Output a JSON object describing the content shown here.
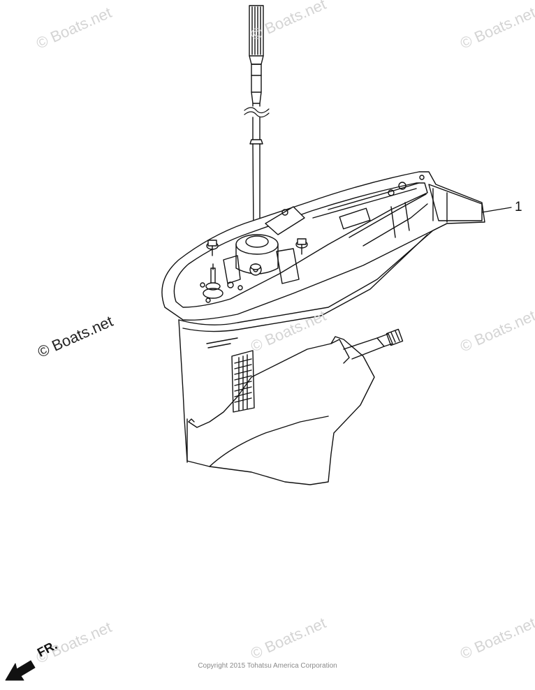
{
  "callout": {
    "number": "1"
  },
  "watermarks": {
    "text": "© Boats.net",
    "main": "© Boats.net"
  },
  "direction": {
    "label": "FR."
  },
  "footer": {
    "copyright": "Copyright 2015 Tohatsu America Corporation"
  }
}
